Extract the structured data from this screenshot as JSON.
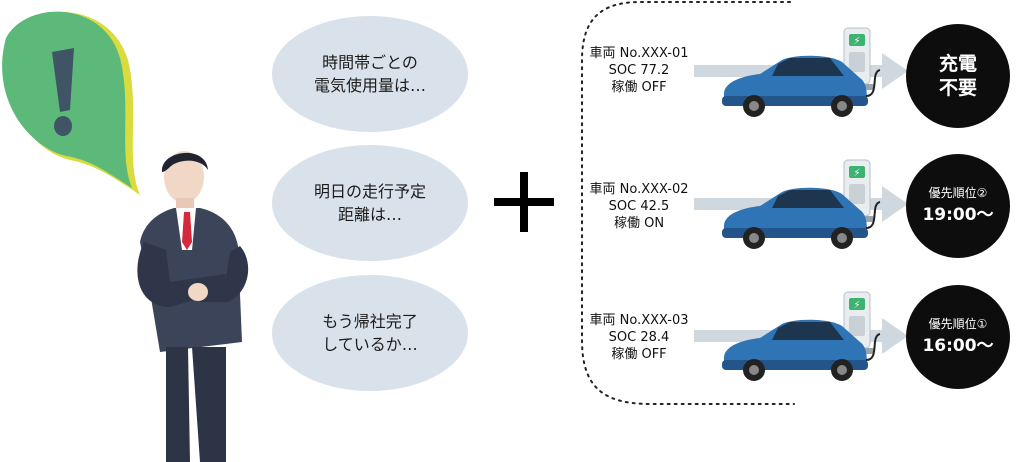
{
  "thoughts": [
    "時間帯ごとの\n電気使用量は…",
    "明日の走行予定\n距離は…",
    "もう帰社完了\nしているか…"
  ],
  "operator": "+",
  "vehicles": [
    {
      "id": "車両 No.XXX-01",
      "soc": "SOC 77.2",
      "status": "稼働 OFF",
      "result_line1": "充電",
      "result_line2": "不要"
    },
    {
      "id": "車両 No.XXX-02",
      "soc": "SOC 42.5",
      "status": "稼働 ON",
      "priority": "優先順位②",
      "time": "19:00〜"
    },
    {
      "id": "車両 No.XXX-03",
      "soc": "SOC 28.4",
      "status": "稼働 OFF",
      "priority": "優先順位①",
      "time": "16:00〜"
    }
  ],
  "colors": {
    "bubble": "#d9e2ea",
    "badge": "#0d0d0d",
    "car": "#2f74b5",
    "arrow": "#cfd8de",
    "exclamation_green": "#5cb97a",
    "exclamation_yellow": "#d8dc3c"
  },
  "icons": {
    "alert": "exclamation-speech-bubble",
    "person": "businessman-thinking",
    "car": "electric-car",
    "charger": "ev-charging-station"
  }
}
